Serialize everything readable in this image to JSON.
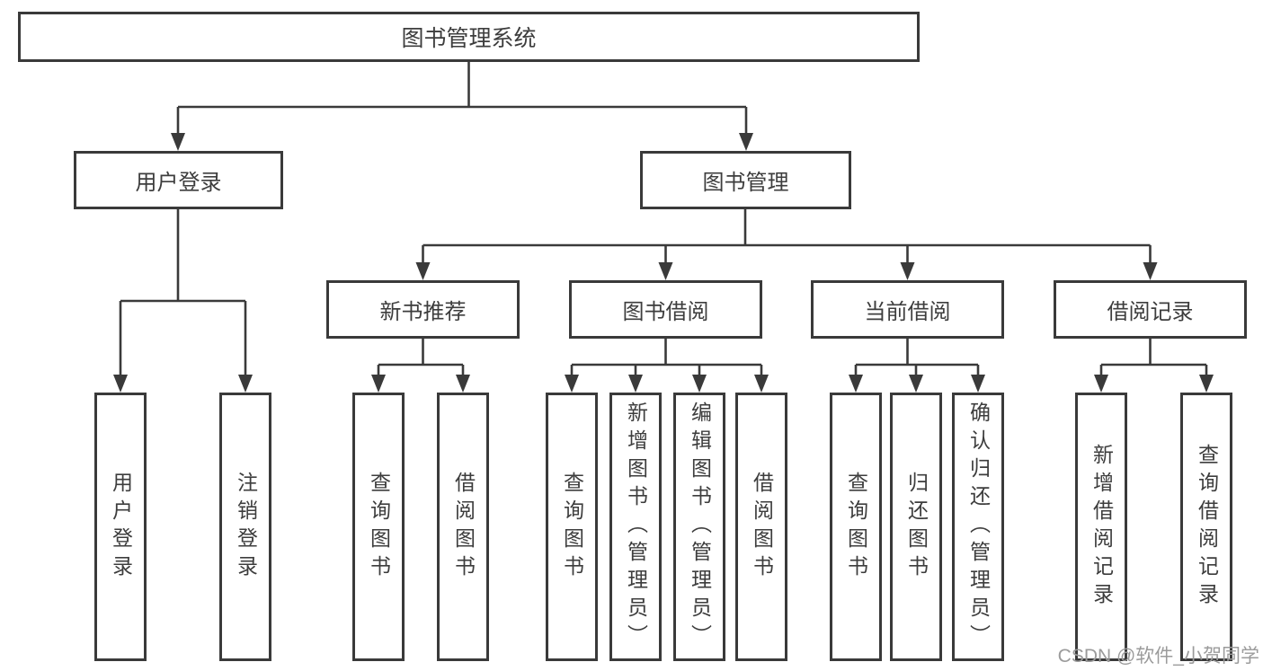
{
  "diagram": {
    "root": {
      "label": "图书管理系统"
    },
    "branches": [
      {
        "label": "用户登录",
        "children": [
          {
            "label": "用户登录"
          },
          {
            "label": "注销登录"
          }
        ]
      },
      {
        "label": "图书管理",
        "children": [
          {
            "label": "新书推荐",
            "children": [
              {
                "label": "查询图书"
              },
              {
                "label": "借阅图书"
              }
            ]
          },
          {
            "label": "图书借阅",
            "children": [
              {
                "label": "查询图书"
              },
              {
                "label": "新增图书（管理员）"
              },
              {
                "label": "编辑图书（管理员）"
              },
              {
                "label": "借阅图书"
              }
            ]
          },
          {
            "label": "当前借阅",
            "children": [
              {
                "label": "查询图书"
              },
              {
                "label": "归还图书"
              },
              {
                "label": "确认归还（管理员）"
              }
            ]
          },
          {
            "label": "借阅记录",
            "children": [
              {
                "label": "新增借阅记录"
              },
              {
                "label": "查询借阅记录"
              }
            ]
          }
        ]
      }
    ]
  },
  "watermark": {
    "text": "CSDN @软件_小贺同学"
  },
  "colors": {
    "line": "#3a3a3a",
    "text": "#3d3d3d",
    "background": "#ffffff",
    "watermark": "#9b9b9b"
  }
}
